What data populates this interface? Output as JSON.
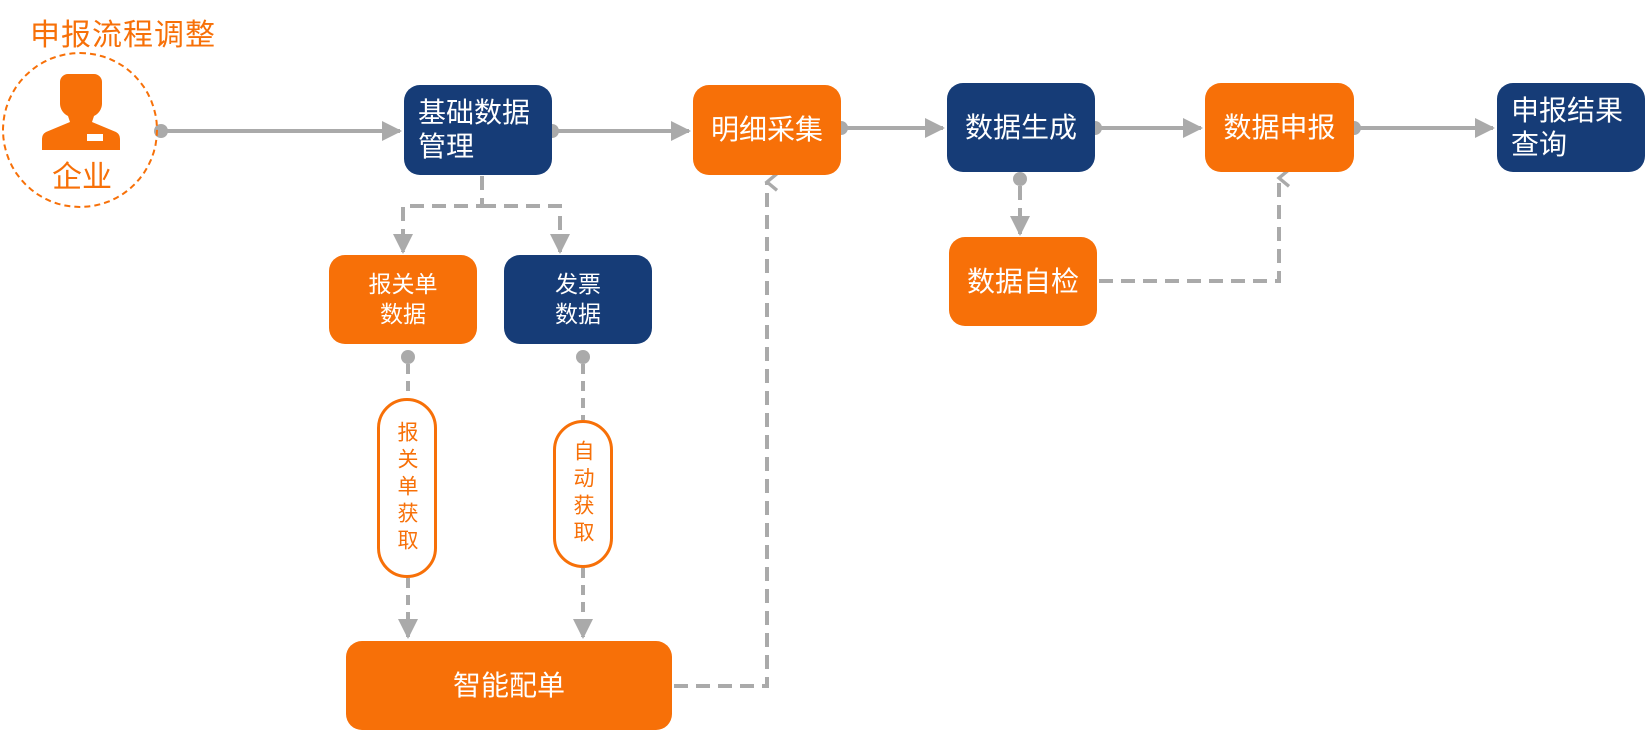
{
  "title": "申报流程调整",
  "actor": {
    "label": "企业",
    "icon": "person-icon"
  },
  "colors": {
    "orange": "#f77008",
    "navy": "#163c77",
    "connector": "#aaaaaa"
  },
  "main_flow": [
    {
      "id": "basic-data",
      "label": "基础数据管理",
      "color": "navy"
    },
    {
      "id": "detail-collection",
      "label": "明细采集",
      "color": "orange"
    },
    {
      "id": "data-generation",
      "label": "数据生成",
      "color": "navy"
    },
    {
      "id": "data-declaration",
      "label": "数据申报",
      "color": "orange"
    },
    {
      "id": "result-query",
      "label": "申报结果查询",
      "color": "navy"
    }
  ],
  "sub_nodes": {
    "customs_data": {
      "label": "报关单数据",
      "color": "orange"
    },
    "invoice_data": {
      "label": "发票数据",
      "color": "navy"
    },
    "self_check": {
      "label": "数据自检",
      "color": "orange"
    },
    "smart_matching": {
      "label": "智能配单",
      "color": "orange"
    }
  },
  "connector_labels": {
    "customs_fetch": "报关单获取",
    "auto_fetch": "自动获取"
  }
}
